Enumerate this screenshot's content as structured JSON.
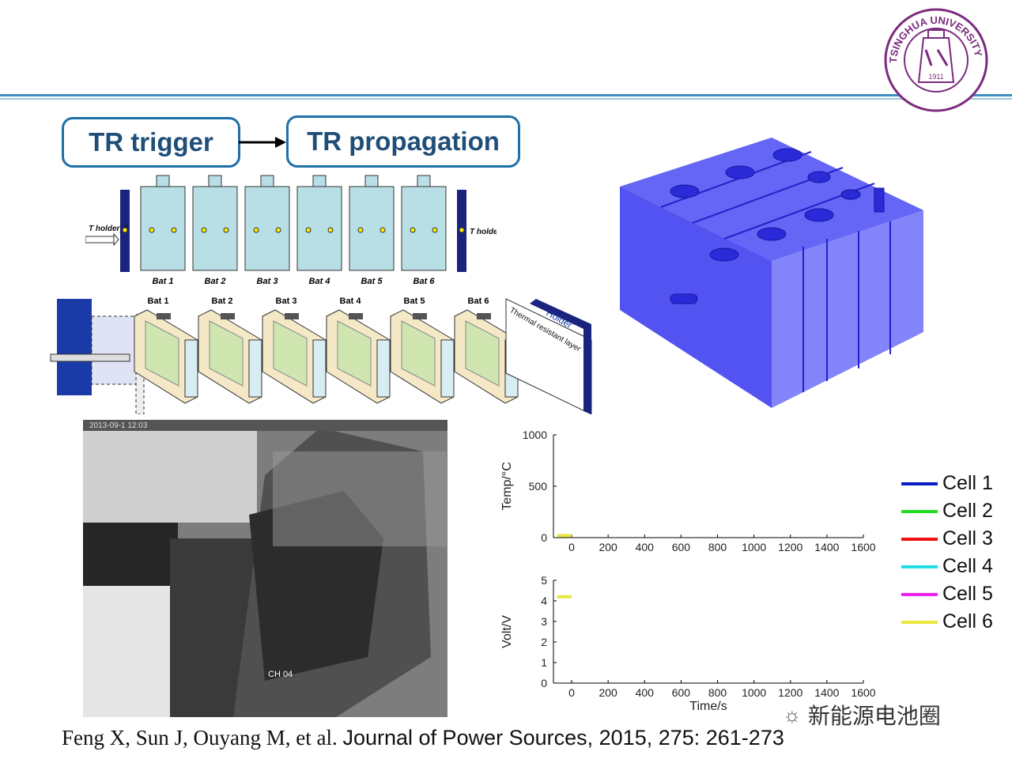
{
  "logo": {
    "text_top": "TSINGHUA UNIVERSITY",
    "year": "1911"
  },
  "flow": {
    "trigger_label": "TR trigger",
    "propagation_label": "TR propagation"
  },
  "schematic": {
    "holder_front": "T holder_f",
    "holder_back": "T holder_b",
    "batteries": [
      "Bat 1",
      "Bat 2",
      "Bat 3",
      "Bat 4",
      "Bat 5",
      "Bat 6"
    ],
    "holder_label": "Holder",
    "resistant_label": "Thermal resistant layer"
  },
  "photo": {
    "timestamp": "2013-09-1 12:03",
    "channel": "CH 04"
  },
  "chart_data": [
    {
      "type": "line",
      "ylabel": "Temp/°C",
      "yticks": [
        "1000",
        "500",
        "0"
      ],
      "xticks": [
        "0",
        "200",
        "400",
        "600",
        "800",
        "1000",
        "1200",
        "1400",
        "1600"
      ],
      "xlim": [
        -100,
        1600
      ],
      "ylim": [
        0,
        1000
      ],
      "series": [
        {
          "name": "Cell 6",
          "x": [
            -80,
            0
          ],
          "y": [
            20,
            20
          ]
        }
      ]
    },
    {
      "type": "line",
      "ylabel": "Volt/V",
      "xlabel": "Time/s",
      "yticks": [
        "5",
        "4",
        "3",
        "2",
        "1",
        "0"
      ],
      "xticks": [
        "0",
        "200",
        "400",
        "600",
        "800",
        "1000",
        "1200",
        "1400",
        "1600"
      ],
      "xlim": [
        -100,
        1600
      ],
      "ylim": [
        0,
        5
      ],
      "series": [
        {
          "name": "Cell 6",
          "x": [
            -80,
            0
          ],
          "y": [
            4.2,
            4.2
          ]
        }
      ]
    }
  ],
  "legend": [
    {
      "label": "Cell 1",
      "color": "#0a1ec8"
    },
    {
      "label": "Cell 2",
      "color": "#22dd22"
    },
    {
      "label": "Cell 3",
      "color": "#ee1111"
    },
    {
      "label": "Cell 4",
      "color": "#22dde8"
    },
    {
      "label": "Cell 5",
      "color": "#ee22ee"
    },
    {
      "label": "Cell 6",
      "color": "#e8e840"
    }
  ],
  "citation": {
    "authors": "Feng X, Sun J, Ouyang M, et al.",
    "journal": "Journal of Power Sources, 2015, 275: 261-273"
  },
  "watermark": {
    "text": "新能源电池圈"
  }
}
